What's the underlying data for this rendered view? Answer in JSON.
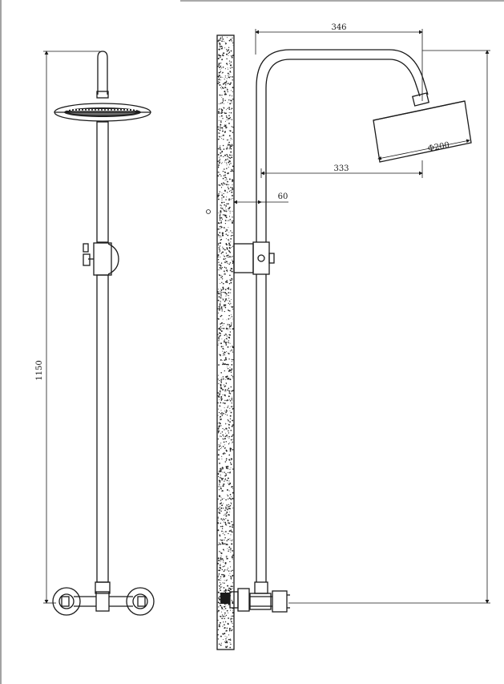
{
  "dimensions": {
    "total_height": "1150",
    "arm_reach": "346",
    "head_offset": "333",
    "wall_offset": "60",
    "head_diameter": "Φ200"
  }
}
